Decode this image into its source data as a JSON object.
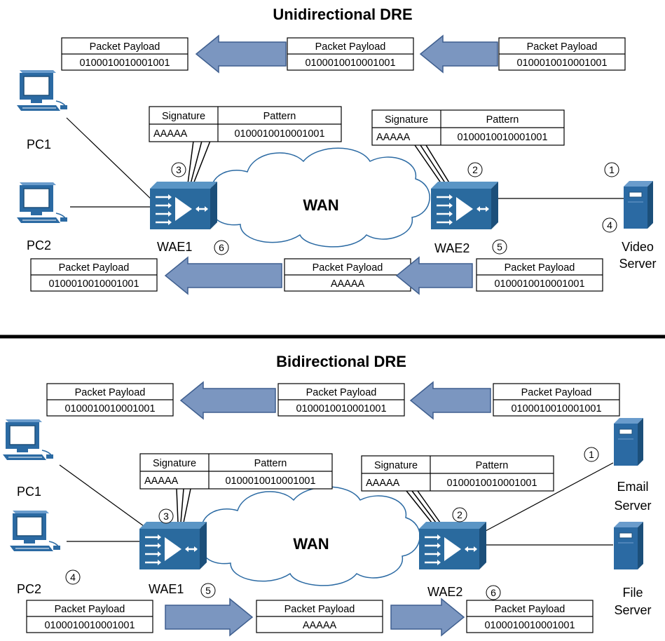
{
  "diagrams": [
    {
      "title": "Unidirectional DRE",
      "wan_label": "WAN",
      "top_flow": [
        {
          "header": "Packet Payload",
          "value": "0100010010001001"
        },
        {
          "header": "Packet Payload",
          "value": "0100010010001001"
        },
        {
          "header": "Packet Payload",
          "value": "0100010010001001"
        }
      ],
      "bottom_flow": [
        {
          "header": "Packet Payload",
          "value": "0100010010001001"
        },
        {
          "header": "Packet Payload",
          "value": "AAAAA"
        },
        {
          "header": "Packet Payload",
          "value": "0100010010001001"
        }
      ],
      "cache_left": {
        "sig_header": "Signature",
        "pat_header": "Pattern",
        "sig": "AAAAA",
        "pat": "0100010010001001"
      },
      "cache_right": {
        "sig_header": "Signature",
        "pat_header": "Pattern",
        "sig": "AAAAA",
        "pat": "0100010010001001"
      },
      "clients": [
        "PC1",
        "PC2"
      ],
      "waes": [
        "WAE1",
        "WAE2"
      ],
      "servers": [
        "Video Server"
      ],
      "steps": [
        "1",
        "2",
        "3",
        "4",
        "5",
        "6"
      ]
    },
    {
      "title": "Bidirectional DRE",
      "wan_label": "WAN",
      "top_flow": [
        {
          "header": "Packet Payload",
          "value": "0100010010001001"
        },
        {
          "header": "Packet Payload",
          "value": "0100010010001001"
        },
        {
          "header": "Packet Payload",
          "value": "0100010010001001"
        }
      ],
      "bottom_flow": [
        {
          "header": "Packet Payload",
          "value": "0100010010001001"
        },
        {
          "header": "Packet Payload",
          "value": "AAAAA"
        },
        {
          "header": "Packet Payload",
          "value": "0100010010001001"
        }
      ],
      "cache_left": {
        "sig_header": "Signature",
        "pat_header": "Pattern",
        "sig": "AAAAA",
        "pat": "0100010010001001"
      },
      "cache_right": {
        "sig_header": "Signature",
        "pat_header": "Pattern",
        "sig": "AAAAA",
        "pat": "0100010010001001"
      },
      "clients": [
        "PC1",
        "PC2"
      ],
      "waes": [
        "WAE1",
        "WAE2"
      ],
      "servers": [
        "Email Server",
        "File Server"
      ],
      "steps": [
        "1",
        "2",
        "3",
        "4",
        "5",
        "6"
      ]
    }
  ],
  "colors": {
    "arrow_fill": "#7b96c0",
    "arrow_stroke": "#3f5f8f",
    "wae_front": "#2a6a9e",
    "wae_top": "#5a95c5",
    "wae_side": "#1c4f7a",
    "pc_blue": "#2b6aa3",
    "server_blue": "#2b6aa3"
  }
}
